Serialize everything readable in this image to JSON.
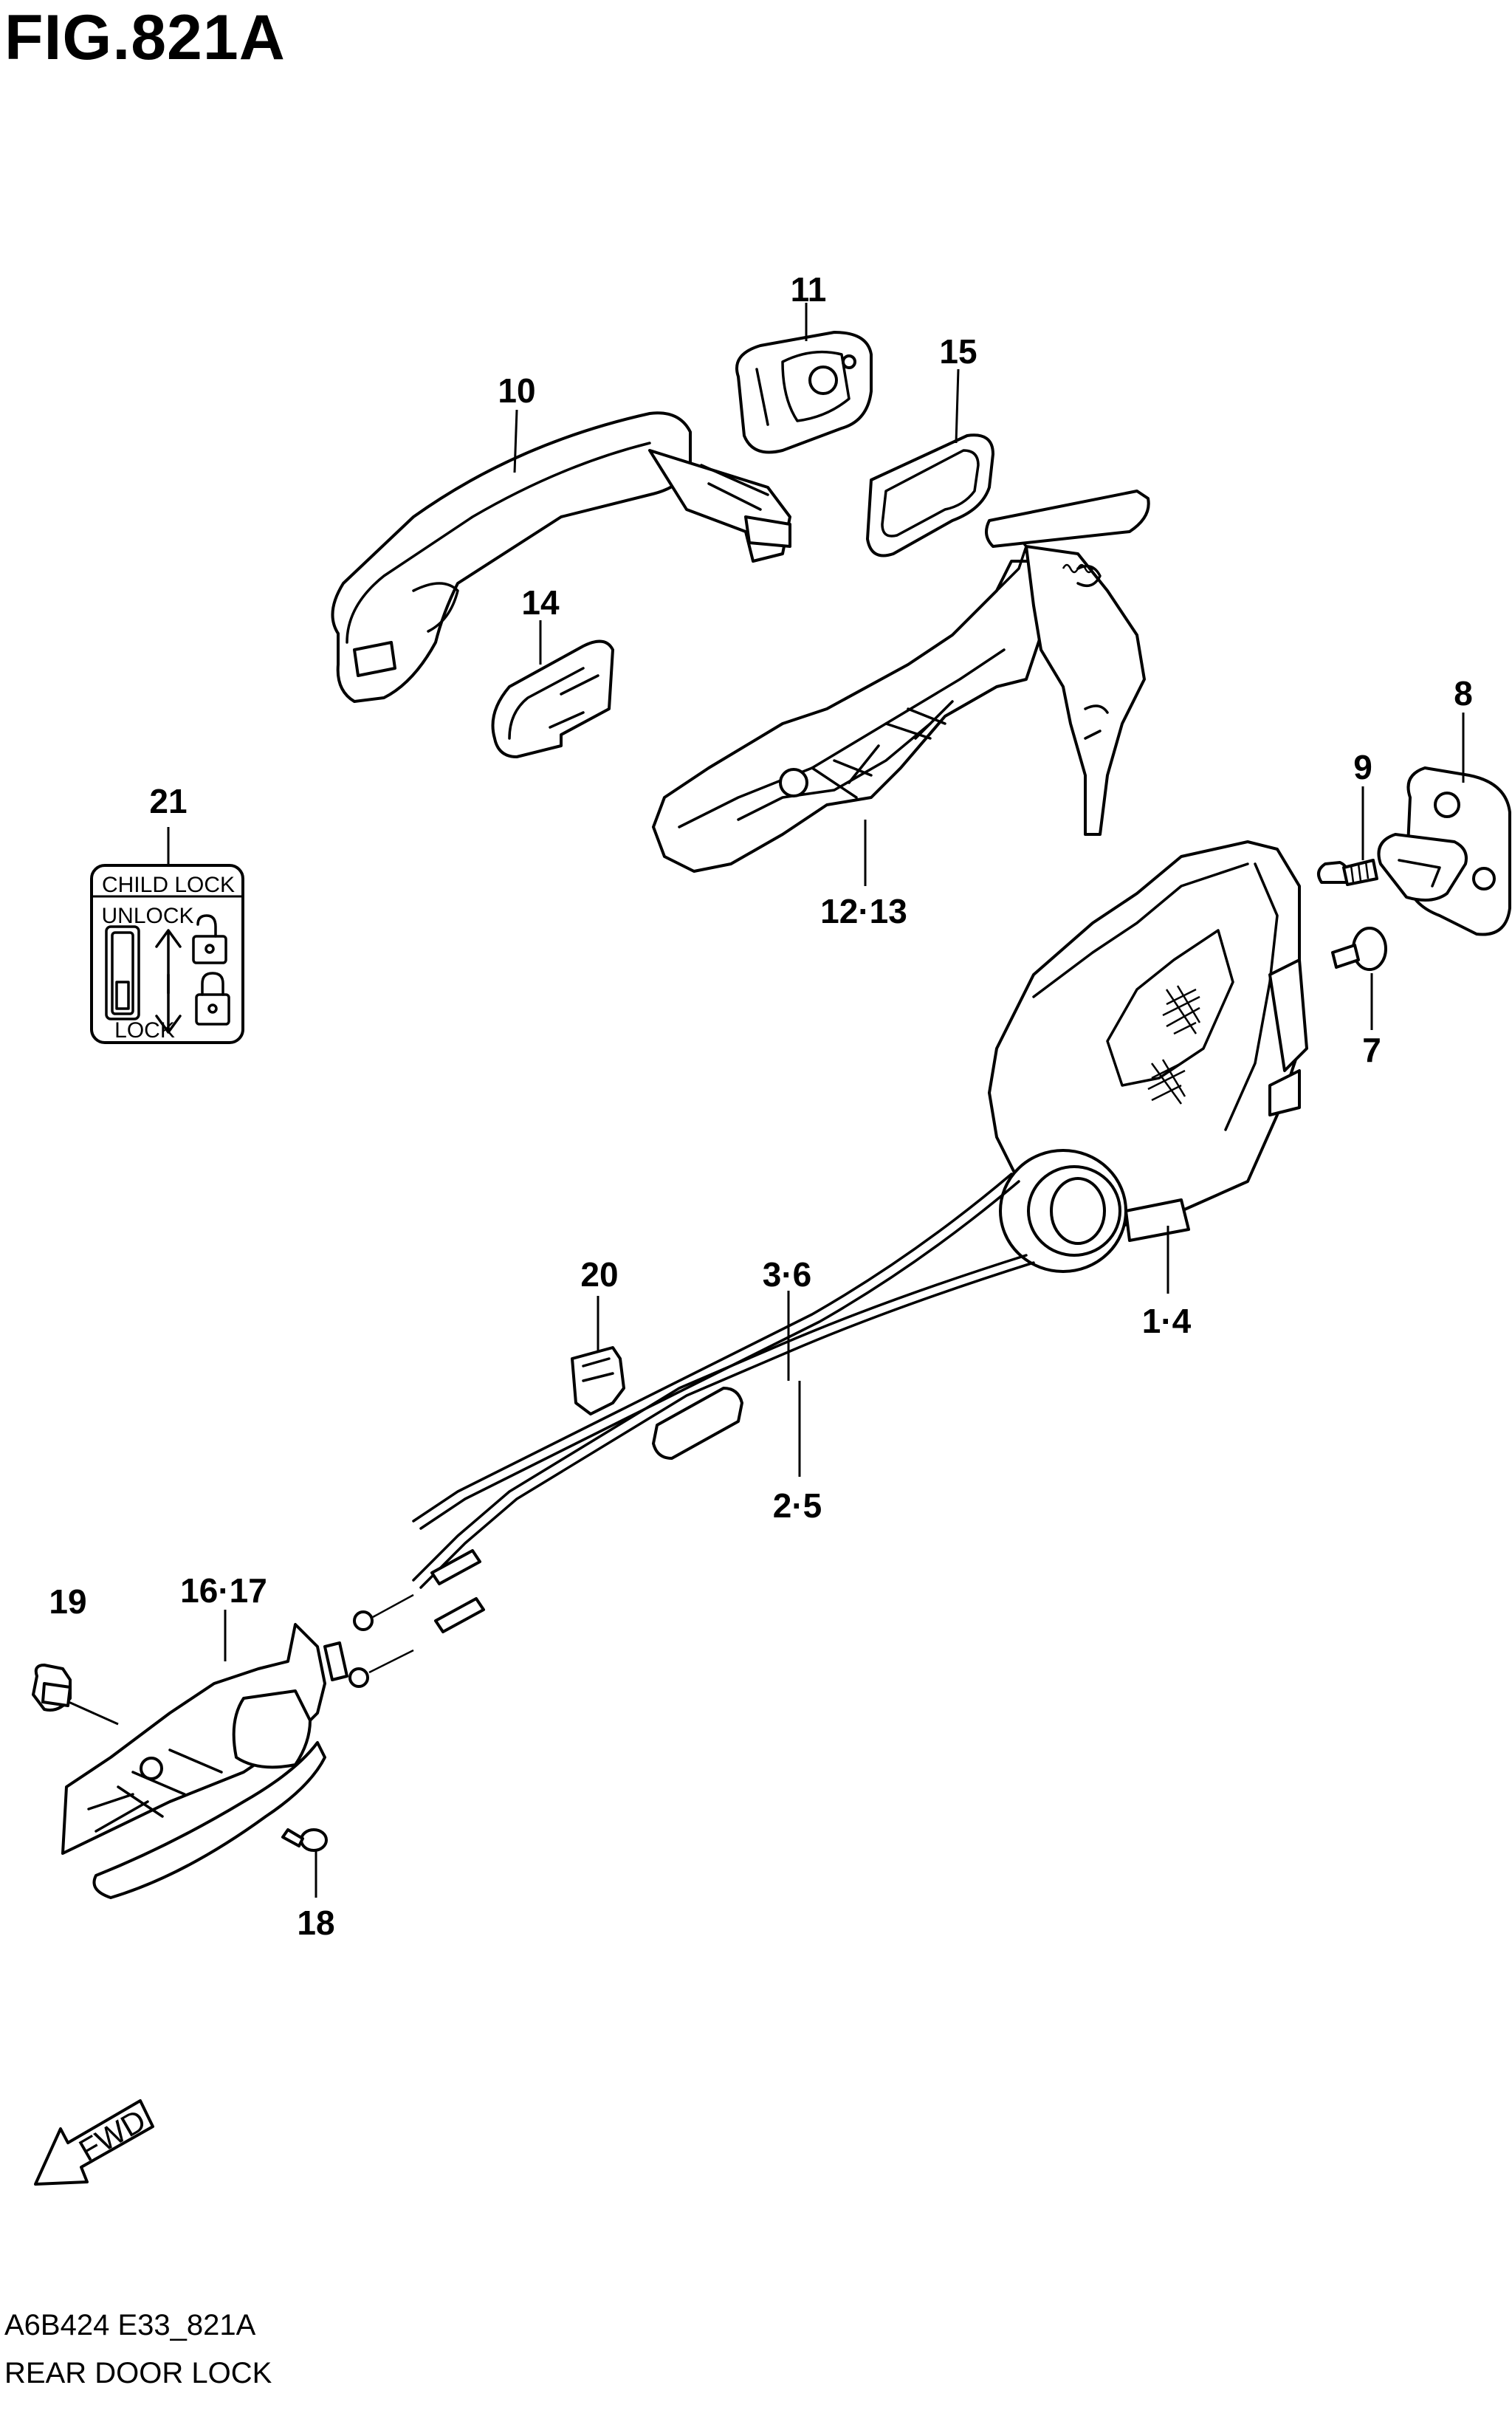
{
  "figure_title": "FIG.821A",
  "footer": {
    "model_code": "A6B424 E33_821A",
    "caption": "REAR DOOR LOCK"
  },
  "callouts": {
    "c1_4": "1·4",
    "c2_5": "2·5",
    "c3_6": "3·6",
    "c7": "7",
    "c8": "8",
    "c9": "9",
    "c10": "10",
    "c11": "11",
    "c12_13": "12·13",
    "c14": "14",
    "c15": "15",
    "c16_17": "16·17",
    "c18": "18",
    "c19": "19",
    "c20": "20",
    "c21": "21"
  },
  "child_lock_label": {
    "heading": "CHILD LOCK",
    "unlock": "UNLOCK",
    "lock": "LOCK"
  },
  "fwd_arrow": "FWD",
  "icons": [
    "padlock-open-icon",
    "padlock-closed-icon",
    "fwd-arrow-icon"
  ]
}
